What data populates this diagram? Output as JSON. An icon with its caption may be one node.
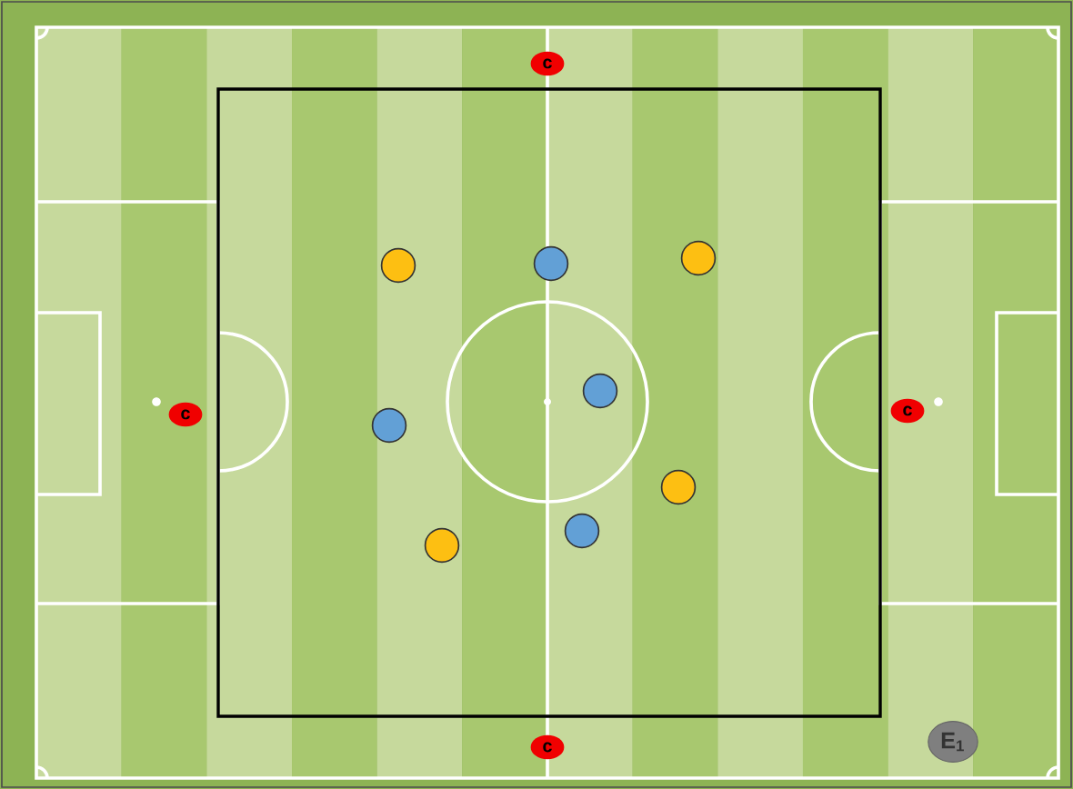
{
  "diagram": {
    "nodes": [
      {
        "text": [
          "c"
        ]
      },
      {
        "text": [],
        "shape": "circle"
      },
      {
        "text": [],
        "shape": "circle"
      },
      {
        "text": [],
        "shape": "circle"
      },
      {
        "text": [],
        "shape": "circle"
      },
      {
        "text": [
          "c"
        ]
      },
      {
        "text": [
          "c"
        ]
      },
      {
        "text": [],
        "shape": "circle"
      },
      {
        "text": [],
        "shape": "circle"
      },
      {
        "text": [],
        "shape": "circle"
      },
      {
        "text": [],
        "shape": "circle"
      },
      {
        "text": [
          "c"
        ]
      },
      {
        "text": [
          "E$_{1}$"
        ]
      }
    ]
  }
}
